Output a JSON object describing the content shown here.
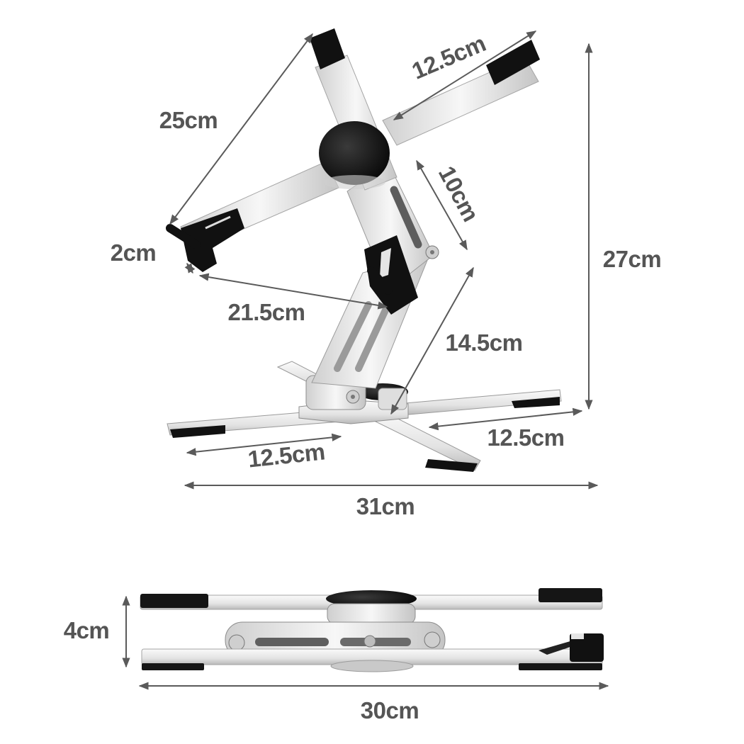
{
  "colors": {
    "label": "#555555",
    "arrow": "#5a5a5a",
    "metal_light": "#f2f2f2",
    "metal_mid": "#d7d7d7",
    "metal_dark": "#a9a9a9",
    "pad": "#111111"
  },
  "upper_view": {
    "dimensions": {
      "arm_upper_left": "25cm",
      "arm_upper_right": "12.5cm",
      "hook_depth": "2cm",
      "arm_hook_span": "21.5cm",
      "upper_strut": "10cm",
      "lower_strut": "14.5cm",
      "base_leg_right": "12.5cm",
      "base_leg_left": "12.5cm",
      "base_width": "31cm",
      "total_height": "27cm"
    }
  },
  "folded_view": {
    "dimensions": {
      "folded_height": "4cm",
      "folded_length": "30cm"
    }
  }
}
